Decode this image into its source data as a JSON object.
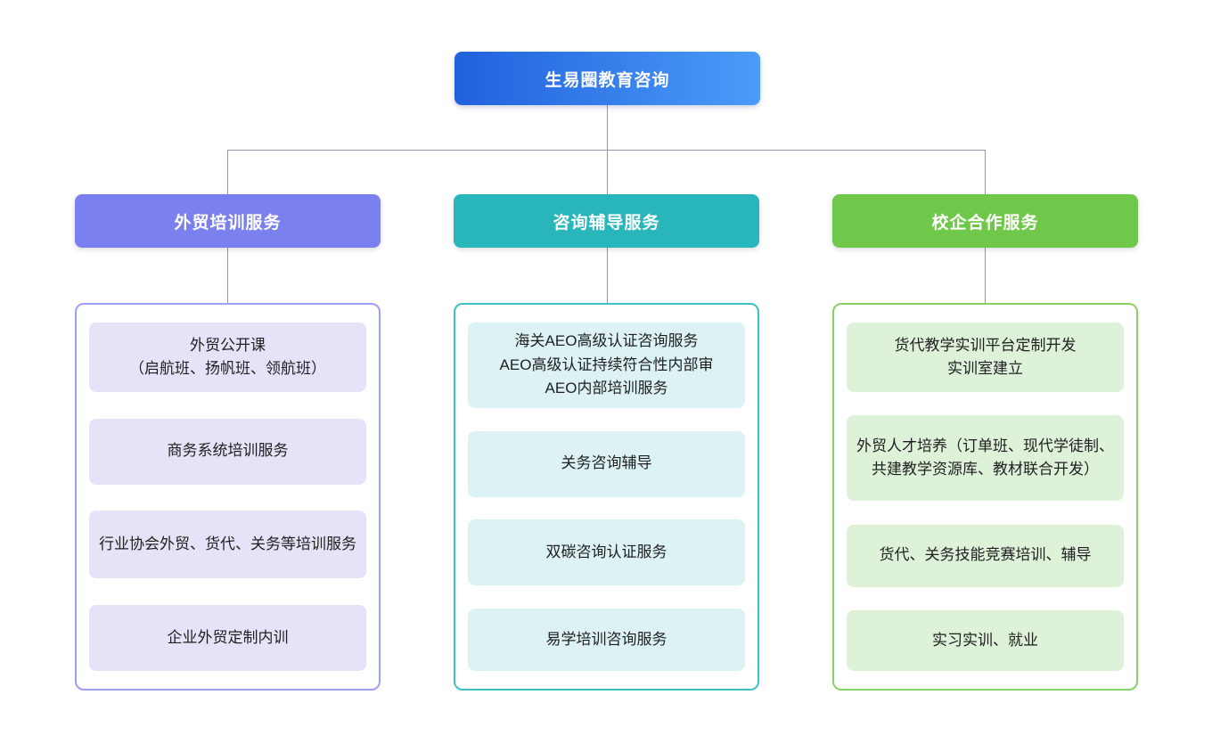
{
  "diagram": {
    "root": {
      "label": "生易圈教育咨询"
    },
    "colors": {
      "root_gradient_from": "#2161dd",
      "root_gradient_to": "#4a9cf8",
      "connector": "#8f9aa6"
    },
    "branches": [
      {
        "label": "外贸培训服务",
        "colors": {
          "header": "#7b80ef",
          "border": "#9ba0f3",
          "item_bg": "#e6e3f9"
        },
        "items": [
          {
            "lines": [
              "外贸公开课",
              "（启航班、扬帆班、领航班）"
            ]
          },
          {
            "lines": [
              "商务系统培训服务"
            ]
          },
          {
            "lines": [
              "行业协会外贸、货代、关务等培训服务"
            ]
          },
          {
            "lines": [
              "企业外贸定制内训"
            ]
          }
        ]
      },
      {
        "label": "咨询辅导服务",
        "colors": {
          "header": "#29b6bb",
          "border": "#3fc0c5",
          "item_bg": "#dcf2f4"
        },
        "items": [
          {
            "lines": [
              "海关AEO高级认证咨询服务",
              "AEO高级认证持续符合性内部审",
              "AEO内部培训服务"
            ]
          },
          {
            "lines": [
              "关务咨询辅导"
            ]
          },
          {
            "lines": [
              "双碳咨询认证服务"
            ]
          },
          {
            "lines": [
              "易学培训咨询服务"
            ]
          }
        ]
      },
      {
        "label": "校企合作服务",
        "colors": {
          "header": "#6fc849",
          "border": "#87d264",
          "item_bg": "#def2da"
        },
        "items": [
          {
            "lines": [
              "货代教学实训平台定制开发",
              "实训室建立"
            ]
          },
          {
            "lines": [
              "外贸人才培养（订单班、现代学徒制、共建教学资源库、教材联合开发）"
            ]
          },
          {
            "lines": [
              "货代、关务技能竞赛培训、辅导"
            ]
          },
          {
            "lines": [
              "实习实训、就业"
            ]
          }
        ]
      }
    ]
  }
}
